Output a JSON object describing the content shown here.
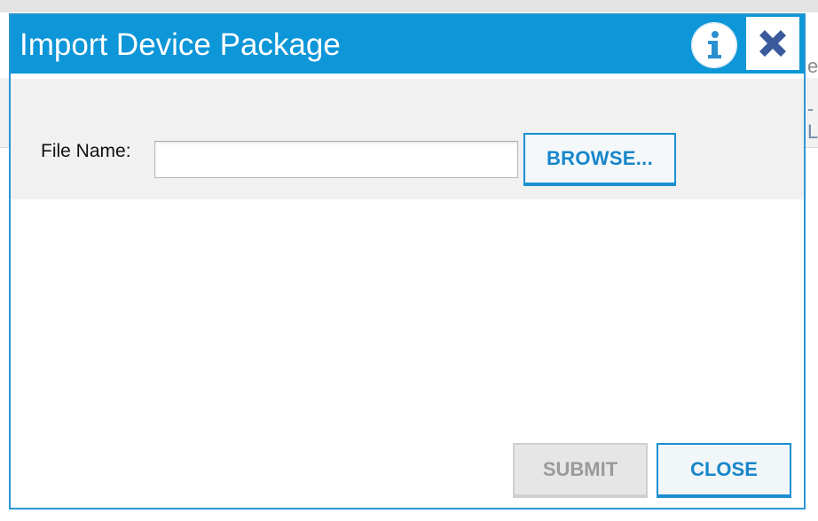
{
  "dialog": {
    "title": "Import Device Package",
    "info_icon": "info-icon",
    "close_icon": "close-icon"
  },
  "form": {
    "file_name_label": "File Name:",
    "file_name_value": "",
    "browse_label": "BROWSE..."
  },
  "footer": {
    "submit_label": "SUBMIT",
    "submit_enabled": false,
    "close_label": "CLOSE"
  },
  "background": {
    "partial_text_1": "e",
    "partial_text_2": "-L"
  },
  "colors": {
    "accent": "#0d96d8",
    "button_text": "#1786c9",
    "disabled_text": "#9a9a9a",
    "info_icon_color": "#2b8fd0",
    "close_icon_color": "#3a5a9c"
  }
}
